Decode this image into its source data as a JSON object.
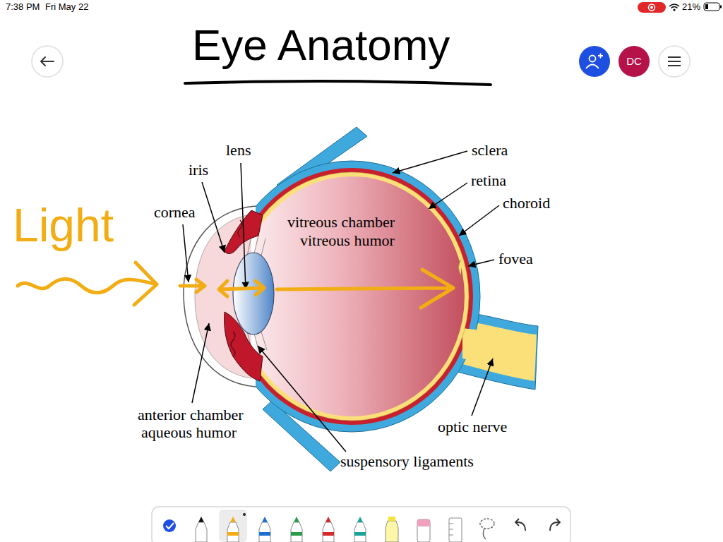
{
  "diagram": {
    "title": "Eye Anatomy",
    "nodes": [
      {
        "text": [
          "DC"
        ]
      }
    ],
    "labels": [
      "7:38 PM",
      "Fri May 22",
      "21%",
      "Light",
      "lens",
      "iris",
      "cornea",
      "sclera",
      "retina",
      "choroid",
      "vitreous chamber",
      "vitreous humor",
      "fovea",
      "anterior chamber",
      "aqueous humor",
      "optic nerve",
      "suspensory ligaments"
    ]
  }
}
